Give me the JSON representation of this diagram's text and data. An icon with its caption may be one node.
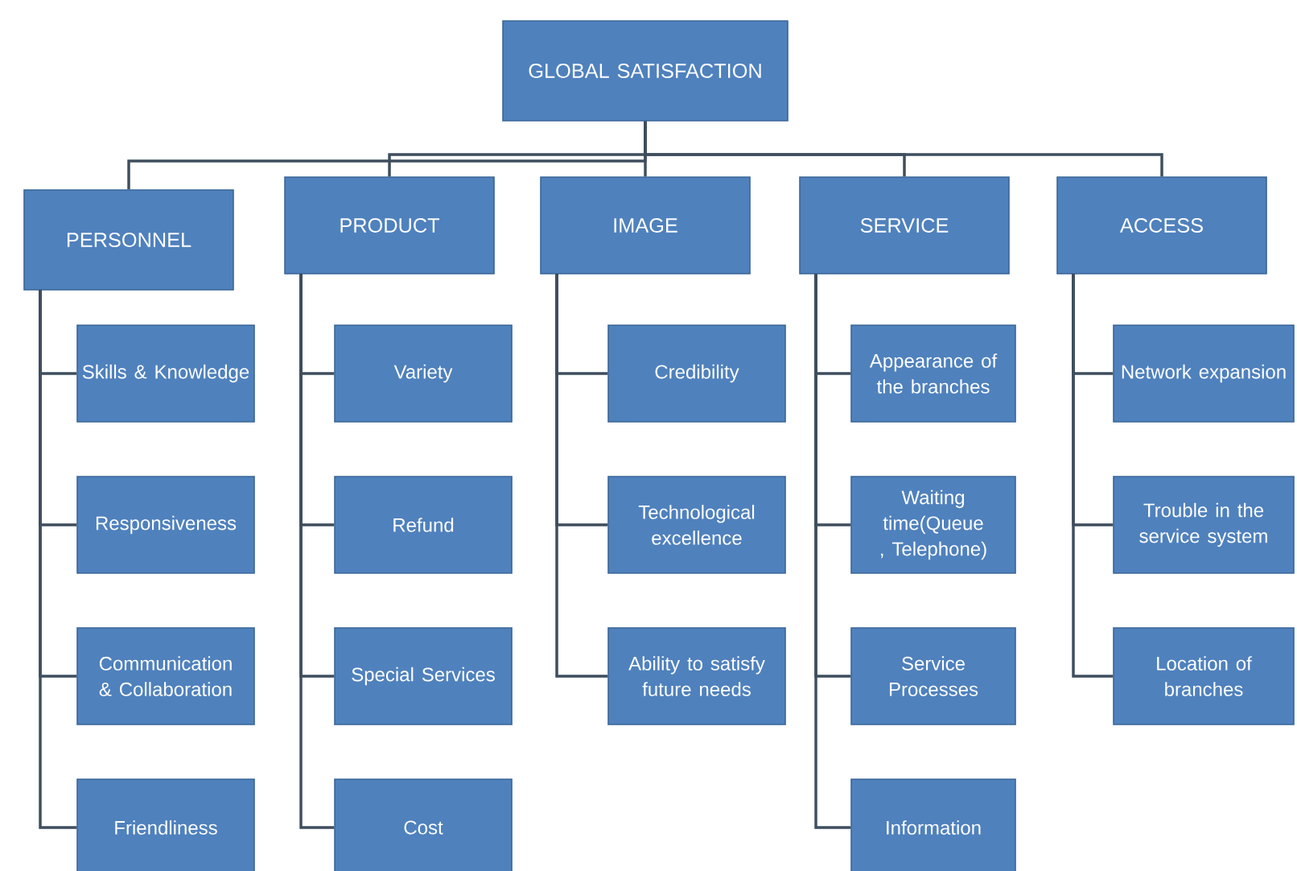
{
  "diagram": {
    "nodes": [
      {
        "text": [
          "GLOBAL SATISFACTION"
        ]
      },
      {
        "text": [
          "PERSONNEL"
        ]
      },
      {
        "text": [
          "PRODUCT"
        ]
      },
      {
        "text": [
          "IMAGE"
        ]
      },
      {
        "text": [
          "SERVICE"
        ]
      },
      {
        "text": [
          "ACCESS"
        ]
      },
      {
        "text": [
          "Skills & Knowledge"
        ]
      },
      {
        "text": [
          "Responsiveness"
        ]
      },
      {
        "text": [
          "Communication & Collaboration"
        ]
      },
      {
        "text": [
          "Friendliness"
        ]
      },
      {
        "text": [
          "Variety"
        ]
      },
      {
        "text": [
          "Refund"
        ]
      },
      {
        "text": [
          "Special Services"
        ]
      },
      {
        "text": [
          "Cost"
        ]
      },
      {
        "text": [
          "Credibility"
        ]
      },
      {
        "text": [
          "Technological excellence"
        ]
      },
      {
        "text": [
          "Ability to satisfy future needs"
        ]
      },
      {
        "text": [
          "Appearance of the branches"
        ]
      },
      {
        "text": [
          "Waiting time(Queue , Telephone)"
        ]
      },
      {
        "text": [
          "Service Processes"
        ]
      },
      {
        "text": [
          "Information"
        ]
      },
      {
        "text": [
          "Network expansion"
        ]
      },
      {
        "text": [
          "Trouble in the service system"
        ]
      },
      {
        "text": [
          "Location of branches"
        ]
      }
    ],
    "edges": [
      {
        "from": 0,
        "to": 1,
        "arrow": "none"
      },
      {
        "from": 0,
        "to": 2,
        "arrow": "none"
      },
      {
        "from": 0,
        "to": 3,
        "arrow": "none"
      },
      {
        "from": 0,
        "to": 4,
        "arrow": "none"
      },
      {
        "from": 0,
        "to": 5,
        "arrow": "none"
      },
      {
        "from": 1,
        "to": 6,
        "arrow": "none"
      },
      {
        "from": 1,
        "to": 7,
        "arrow": "none"
      },
      {
        "from": 1,
        "to": 8,
        "arrow": "none"
      },
      {
        "from": 1,
        "to": 9,
        "arrow": "none"
      },
      {
        "from": 2,
        "to": 10,
        "arrow": "none"
      },
      {
        "from": 2,
        "to": 11,
        "arrow": "none"
      },
      {
        "from": 2,
        "to": 12,
        "arrow": "none"
      },
      {
        "from": 2,
        "to": 13,
        "arrow": "none"
      },
      {
        "from": 3,
        "to": 14,
        "arrow": "none"
      },
      {
        "from": 3,
        "to": 15,
        "arrow": "none"
      },
      {
        "from": 3,
        "to": 16,
        "arrow": "none"
      },
      {
        "from": 4,
        "to": 17,
        "arrow": "none"
      },
      {
        "from": 4,
        "to": 18,
        "arrow": "none"
      },
      {
        "from": 4,
        "to": 19,
        "arrow": "none"
      },
      {
        "from": 4,
        "to": 20,
        "arrow": "none"
      },
      {
        "from": 5,
        "to": 21,
        "arrow": "none"
      },
      {
        "from": 5,
        "to": 22,
        "arrow": "none"
      },
      {
        "from": 5,
        "to": 23,
        "arrow": "none"
      }
    ]
  }
}
